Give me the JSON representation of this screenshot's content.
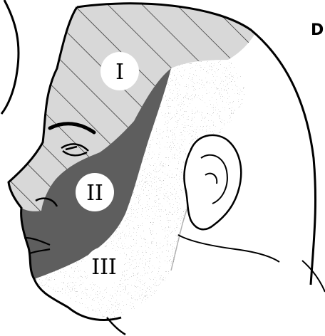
{
  "figure": {
    "panel_letter": "D",
    "zones": [
      {
        "label": "I",
        "pattern": "diagonal-hatch-light-gray",
        "fill": "#d8d8d8"
      },
      {
        "label": "II",
        "pattern": "solid-dark-gray",
        "fill": "#5e5e5e"
      },
      {
        "label": "III",
        "pattern": "stippled-speckle",
        "fill": "#bdbdbd"
      }
    ],
    "colors": {
      "outline": "#000000",
      "skin": "#ffffff",
      "label_disc": "#ffffff",
      "label_text": "#000000"
    }
  }
}
